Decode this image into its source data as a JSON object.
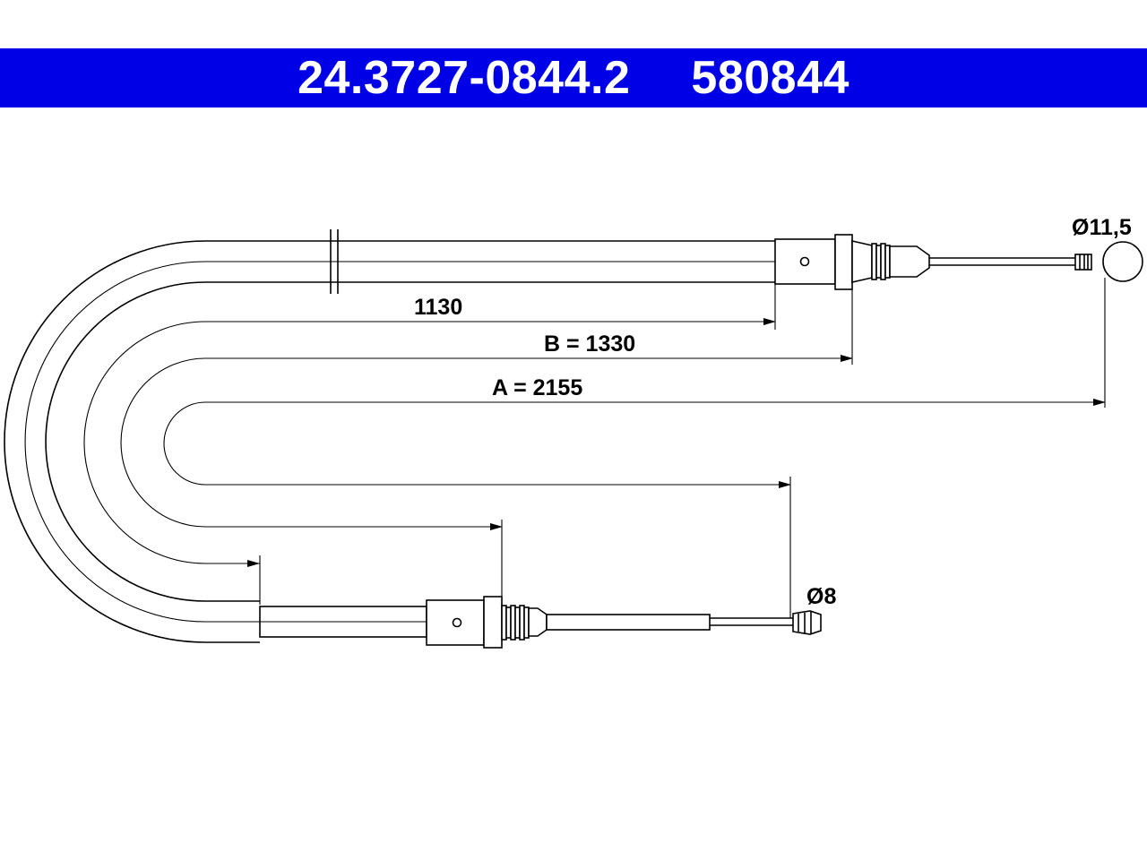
{
  "header": {
    "part_number": "24.3727-0844.2",
    "ref_number": "580844",
    "background_color": "#0000e6",
    "text_color": "#ffffff"
  },
  "drawing": {
    "dimensions": {
      "d1": "1130",
      "d2": "B = 1330",
      "d3": "A = 2155"
    },
    "diameters": {
      "top_end": "Ø11,5",
      "bottom_end": "Ø8"
    }
  }
}
